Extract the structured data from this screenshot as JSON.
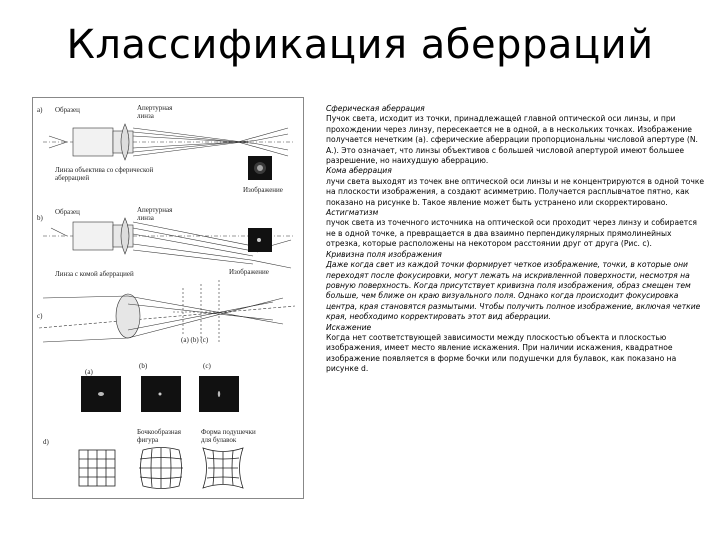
{
  "slide": {
    "title": "Классификация аберраций"
  },
  "figure": {
    "panel_a": {
      "letter": "а)",
      "source": "Образец",
      "aperture": "Апертурная линза",
      "lens": "Линза объектива со сферической аберрацией",
      "image": "Изображение"
    },
    "panel_b": {
      "letter": "b)",
      "source": "Образец",
      "aperture": "Апертурная линза",
      "lens": "Линза с комой аберрацией",
      "image": "Изображение"
    },
    "panel_c": {
      "letter": "c)",
      "marks": "(a) (b) (c)"
    },
    "panel_spots": {
      "a": "(a)",
      "b": "(b)",
      "c": "(c)"
    },
    "panel_d": {
      "letter": "d)",
      "barrel": "Бочкообразная фигура",
      "pincushion": "Форма подушечки для булавок"
    }
  },
  "text": {
    "spherical_heading": "Сферическая аберрация",
    "spherical_body": "Пучок света, исходит из точки, принадлежащей главной оптической оси линзы, и при прохождении через линзу, пересекается не в одной, а в нескольких точках. Изображение получается нечетким (a). сферические аберрации пропорциональны числовой апертуре (N. A.). Это означает, что линзы объективов с большей числовой апертурой имеют большее разрешение, но наихудшую аберрацию.",
    "coma_heading": "Кома аберрация",
    "coma_body": "лучи света выходят из точек вне оптической оси линзы и не концентрируются в одной точке на плоскости изображения, а создают асимметрию. Получается расплывчатое пятно, как показано на рисунке b. Такое явление может быть устранено или скорректировано.",
    "astig_heading": "Астигматизм",
    "astig_body": "пучок света из точечного источника на оптической оси проходит через линзу и собирается не в одной точке, а превращается в два взаимно перпендикулярных прямолинейных отрезка, которые расположены на некотором расстоянии друг от друга (Рис. c).",
    "curv_heading": "Кривизна поля изображения",
    "curv_body": "Даже когда свет из каждой точки формирует четкое изображение, точки, в которые они переходят после фокусировки, могут лежать на искривленной поверхности, несмотря на ровную поверхность. Когда присутствует кривизна поля изображения, образ смещен тем больше, чем ближе он краю визуального поля. Однако когда происходит фокусировка центра, края становятся размытыми. Чтобы получить полное изображение, включая четкие края, необходимо корректировать этот вид аберрации.",
    "dist_heading": "Искажение",
    "dist_body": "Когда нет соответствующей зависимости между плоскостью объекта и плоскостью изображения, имеет место явление искажения. При наличии искажения, квадратное изображение появляется в форме бочки или подушечки для булавок, как показано на рисунке d."
  }
}
